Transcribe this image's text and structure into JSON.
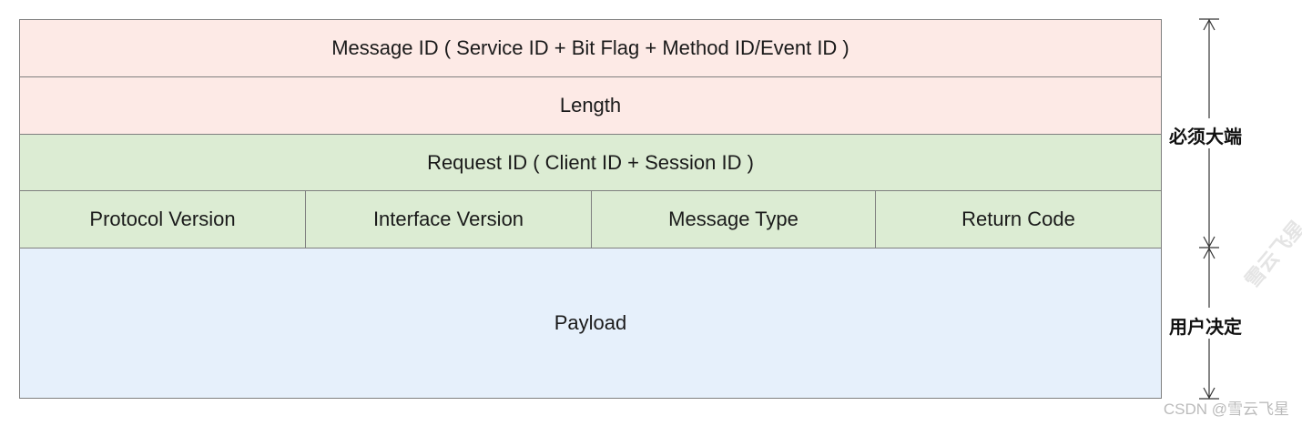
{
  "rows": {
    "message_id": "Message ID ( Service ID + Bit Flag + Method ID/Event ID )",
    "length": "Length",
    "request_id": "Request ID ( Client ID + Session ID )",
    "protocol_version": "Protocol Version",
    "interface_version": "Interface Version",
    "message_type": "Message Type",
    "return_code": "Return Code",
    "payload": "Payload"
  },
  "annotations": {
    "header": "必须大端",
    "payload": "用户决定"
  },
  "watermark": {
    "bottom": "CSDN @雪云飞星",
    "diagonal": "雪云飞星"
  },
  "colors": {
    "header_fill": "#fdeae6",
    "request_fill": "#dcecd3",
    "payload_fill": "#e6f0fb",
    "border": "#7f7f7f"
  }
}
